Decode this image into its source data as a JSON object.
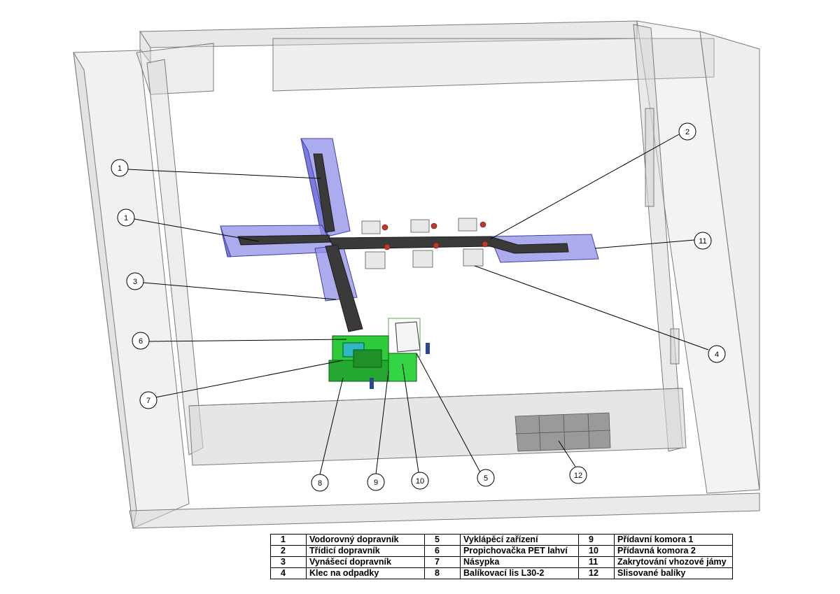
{
  "callouts": [
    {
      "id": "1a",
      "number": "1"
    },
    {
      "id": "1b",
      "number": "1"
    },
    {
      "id": "2",
      "number": "2"
    },
    {
      "id": "3",
      "number": "3"
    },
    {
      "id": "4",
      "number": "4"
    },
    {
      "id": "5",
      "number": "5"
    },
    {
      "id": "6",
      "number": "6"
    },
    {
      "id": "7",
      "number": "7"
    },
    {
      "id": "8",
      "number": "8"
    },
    {
      "id": "9",
      "number": "9"
    },
    {
      "id": "10",
      "number": "10"
    },
    {
      "id": "11",
      "number": "11"
    },
    {
      "id": "12",
      "number": "12"
    }
  ],
  "legend": {
    "rows": [
      [
        {
          "num": "1",
          "label": "Vodorovný dopravník"
        },
        {
          "num": "5",
          "label": "Vyklápěcí zařízení"
        },
        {
          "num": "9",
          "label": "Přídavní komora 1"
        }
      ],
      [
        {
          "num": "2",
          "label": "Třídicí dopravník"
        },
        {
          "num": "6",
          "label": "Propichovačka PET lahví"
        },
        {
          "num": "10",
          "label": "Přídavná komora 2"
        }
      ],
      [
        {
          "num": "3",
          "label": "Vynášecí dopravník"
        },
        {
          "num": "7",
          "label": "Násypka"
        },
        {
          "num": "11",
          "label": "Zakrytování vhozové jámy"
        }
      ],
      [
        {
          "num": "4",
          "label": "Klec na odpadky"
        },
        {
          "num": "8",
          "label": "Balíkovací lis L30-2"
        },
        {
          "num": "12",
          "label": "Slisované balíky"
        }
      ]
    ]
  },
  "colors": {
    "wall_fill": "#d6d6d6",
    "wall_stroke": "#7a7a7a",
    "cover_blue": "#8f8fe8",
    "conveyor": "#3a3a3a",
    "press_green": "#2ecc3a",
    "bales": "#9a9a9a"
  }
}
